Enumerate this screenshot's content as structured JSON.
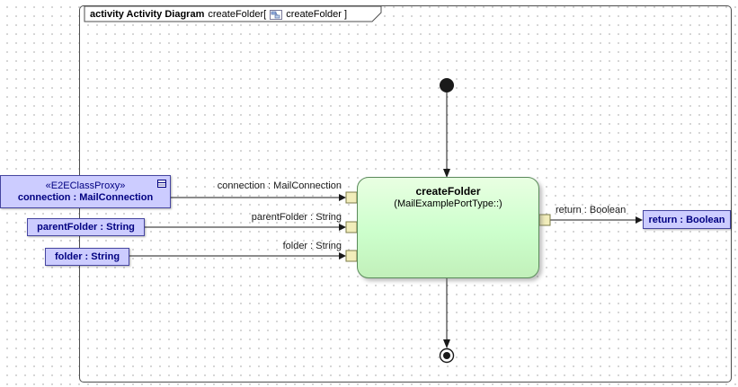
{
  "tab": {
    "bold": "activity Activity Diagram",
    "name": "createFolder[",
    "ref": "createFolder ]"
  },
  "action": {
    "title": "createFolder",
    "subtitle": "(MailExamplePortType::)"
  },
  "objects": {
    "proxy_stereotype": "«E2EClassProxy»",
    "proxy_name": "connection : MailConnection",
    "parent_folder": "parentFolder : String",
    "folder": "folder : String",
    "return": "return : Boolean"
  },
  "flow_labels": {
    "connection": "connection : MailConnection",
    "parent_folder": "parentFolder : String",
    "folder": "folder : String",
    "return": "return : Boolean"
  },
  "colors": {
    "action_fill": "#ccffcc",
    "action_border": "#5a8a5a",
    "object_fill": "#ccccff",
    "object_border": "#4646a0",
    "object_text": "#000080",
    "pin_fill": "#f2edbb",
    "pin_border": "#7c7c4a",
    "line": "#1a1a1a"
  }
}
